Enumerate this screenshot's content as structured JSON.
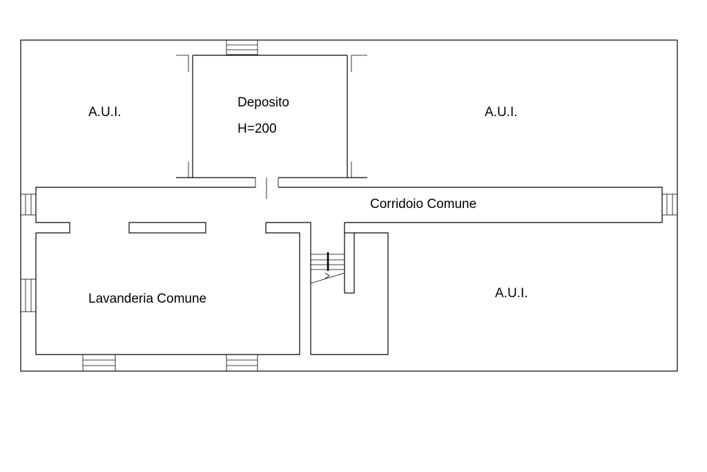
{
  "rooms": {
    "aui_top_left": "A.U.I.",
    "deposito_name": "Deposito",
    "deposito_height": "H=200",
    "aui_top_right": "A.U.I.",
    "corridor": "Corridoio Comune",
    "laundry": "Lavanderia Comune",
    "aui_bottom_right": "A.U.I."
  },
  "colors": {
    "background": "#ffffff",
    "linework": "#000000"
  }
}
